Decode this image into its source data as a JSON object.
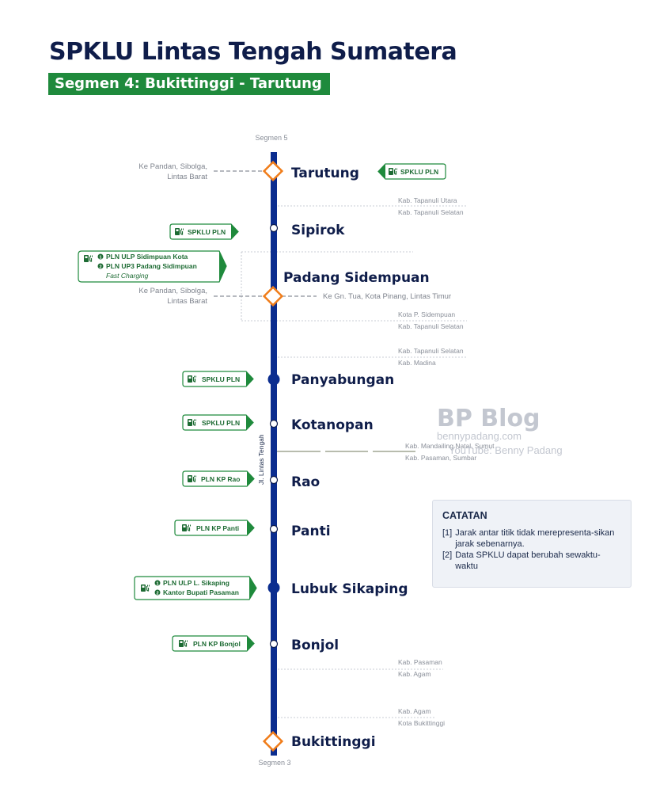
{
  "header": {
    "title": "SPKLU Lintas Tengah Sumatera",
    "subtitle": "Segmen 4: Bukittinggi - Tarutung"
  },
  "colors": {
    "route": "#0b2d8f",
    "accent_orange": "#f07d1a",
    "tag_green": "#1f8a3c",
    "subtitle_bg": "#1f8a3c"
  },
  "segments": {
    "top": "Segmen 5",
    "bottom": "Segmen 3"
  },
  "road_label": "Jl. Lintas Tengah",
  "stops": [
    {
      "name": "Tarutung",
      "marker": "diamond"
    },
    {
      "name": "Sipirok",
      "marker": "small-dot"
    },
    {
      "name": "Padang Sidempuan",
      "marker": "diamond"
    },
    {
      "name": "Panyabungan",
      "marker": "big-dot"
    },
    {
      "name": "Kotanopan",
      "marker": "small-dot"
    },
    {
      "name": "Rao",
      "marker": "small-dot"
    },
    {
      "name": "Panti",
      "marker": "small-dot"
    },
    {
      "name": "Lubuk Sikaping",
      "marker": "big-dot"
    },
    {
      "name": "Bonjol",
      "marker": "small-dot"
    },
    {
      "name": "Bukittinggi",
      "marker": "diamond"
    }
  ],
  "tags": {
    "tarutung": "SPKLU PLN",
    "sipirok": "SPKLU PLN",
    "padang_line1": "PLN ULP Sidimpuan Kota",
    "padang_line2": "PLN UP3 Padang Sidimpuan",
    "padang_note": "Fast Charging",
    "panyabungan": "SPKLU PLN",
    "kotanopan": "SPKLU PLN",
    "rao": "PLN KP Rao",
    "panti": "PLN KP Panti",
    "lubuk_line1": "PLN ULP L. Sikaping",
    "lubuk_line2": "Kantor Bupati Pasaman",
    "bonjol": "PLN KP Bonjol"
  },
  "branches": {
    "tarutung_line1": "Ke Pandan, Sibolga,",
    "tarutung_line2": "Lintas Barat",
    "padang_left_line1": "Ke Pandan, Sibolga,",
    "padang_left_line2": "Lintas Barat",
    "padang_right": "Ke Gn. Tua, Kota Pinang, Lintas Timur"
  },
  "boundaries": [
    {
      "upper": "Kab. Tapanuli Utara",
      "lower": "Kab. Tapanuli Selatan"
    },
    {
      "upper": "Kota P. Sidempuan",
      "lower": "Kab. Tapanuli Selatan"
    },
    {
      "upper": "Kab. Tapanuli Selatan",
      "lower": "Kab. Madina"
    },
    {
      "upper": "Kab. Mandailing Natal, Sumut",
      "lower": "Kab. Pasaman, Sumbar"
    },
    {
      "upper": "Kab. Pasaman",
      "lower": "Kab. Agam"
    },
    {
      "upper": "Kab. Agam",
      "lower": "Kota Bukittinggi"
    }
  ],
  "watermark": {
    "brand": "BP Blog",
    "site": "bennypadang.com",
    "youtube": "YouTube: Benny Padang"
  },
  "notes": {
    "title": "CATATAN",
    "items": [
      {
        "num": "[1]",
        "text": "Jarak antar titik tidak merepresenta-sikan jarak sebenarnya."
      },
      {
        "num": "[2]",
        "text": "Data SPKLU dapat berubah sewaktu-waktu"
      }
    ]
  }
}
